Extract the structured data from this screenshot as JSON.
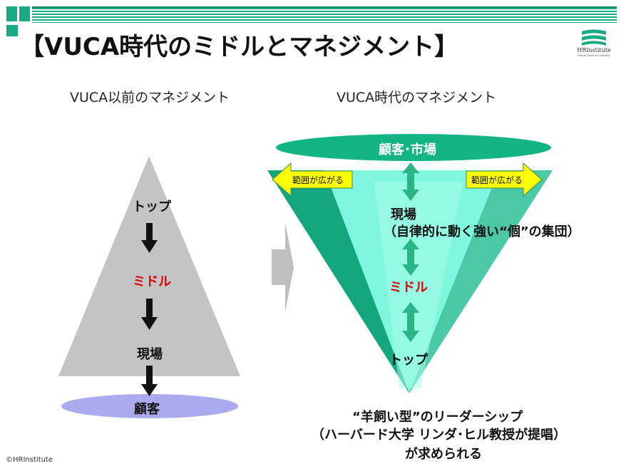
{
  "title": "【VUCA時代のミドルとマネジメント】",
  "logo": {
    "name": "HRInstitute",
    "subtitle": "Human Resource Institute"
  },
  "left_panel": {
    "heading": "VUCA以前のマネジメント",
    "levels": [
      "トップ",
      "ミドル",
      "現場",
      "顧客"
    ]
  },
  "right_panel": {
    "heading": "VUCA時代のマネジメント",
    "customer_market": "顧客･市場",
    "expand_label_left": "範囲が広がる",
    "expand_label_right": "範囲が広がる",
    "field": "現場",
    "field_note": "（自律的に動く強い“個”の集団）",
    "middle": "ミドル",
    "top": "トップ"
  },
  "footer": {
    "line1": "“羊飼い型”のリーダーシップ",
    "line2": "（ハーバード大学  リンダ･ヒル教授が提唱）",
    "line3": "が求められる"
  },
  "copyright": "©HRInstitute",
  "colors": {
    "accent": "#1aa985",
    "grey_triangle": "#c4c4c4",
    "customer_ellipse": "#aaaaee",
    "middle_red": "#e00000",
    "arrow_yellow": "#ffff00"
  }
}
